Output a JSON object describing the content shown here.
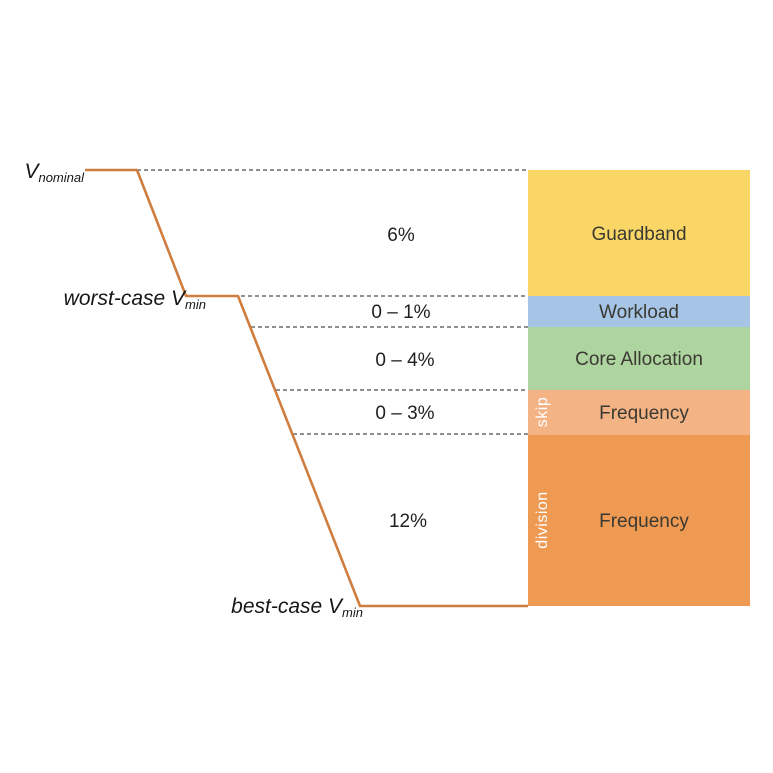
{
  "diagram": {
    "title_semantic": "voltage-guardband-breakdown",
    "colors": {
      "line": "#CF7E3F",
      "dashed": "#4d4d4d",
      "background": "#ffffff"
    },
    "axis_labels": {
      "v_nominal": {
        "base": "V",
        "sub": "nominal"
      },
      "worst_case": {
        "base": "worst-case V",
        "sub": "min"
      },
      "best_case": {
        "base": "best-case V",
        "sub": "min"
      }
    },
    "segments": [
      {
        "name": "Guardband",
        "percent": "6%",
        "color": "#F9D666",
        "side_label": ""
      },
      {
        "name": "Workload",
        "percent": "0 – 1%",
        "color": "#A5C4E6",
        "side_label": ""
      },
      {
        "name": "Core Allocation",
        "percent": "0 – 4%",
        "color": "#AED4A0",
        "side_label": ""
      },
      {
        "name": "Frequency",
        "percent": "0 – 3%",
        "color": "#F3B385",
        "side_label": "skip"
      },
      {
        "name": "Frequency",
        "percent": "12%",
        "color": "#EE9A52",
        "side_label": "division"
      }
    ]
  }
}
